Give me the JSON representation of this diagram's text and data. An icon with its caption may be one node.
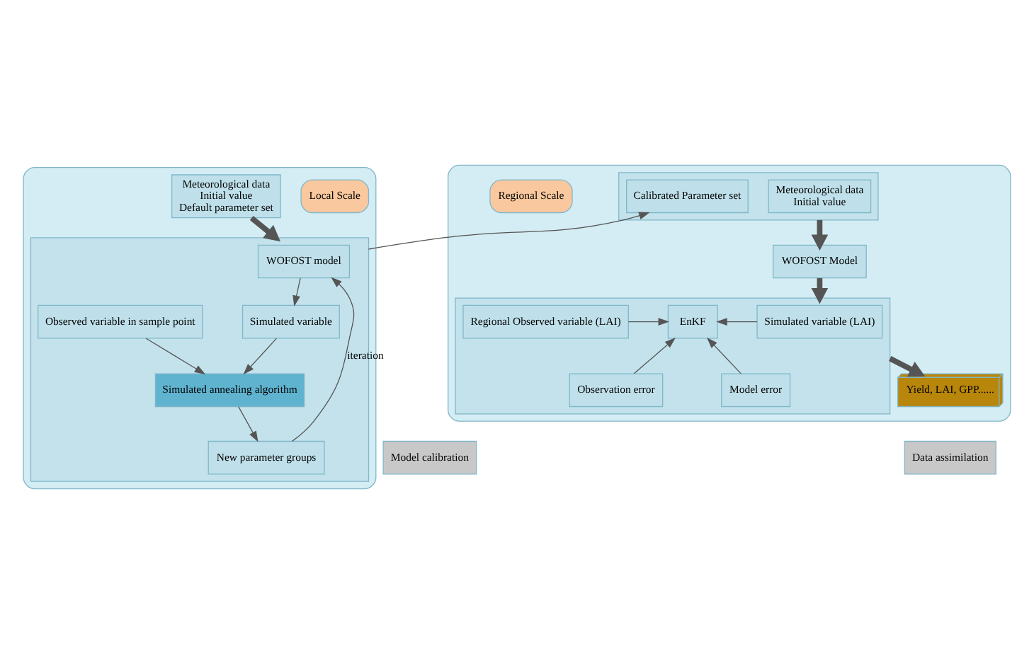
{
  "diagram": {
    "nodes": [
      {
        "text": [],
        "shape": "box"
      },
      {
        "text": [
          "Local Scale"
        ],
        "in": 0
      },
      {
        "text": [
          "Meteorological data",
          "Initial value",
          "Default parameter set"
        ],
        "in": 0
      },
      {
        "text": [],
        "shape": "box",
        "in": 0
      },
      {
        "text": [
          "WOFOST model"
        ],
        "in": 3
      },
      {
        "text": [
          "Simulated variable"
        ],
        "in": 3
      },
      {
        "text": [
          "Observed variable in sample point"
        ],
        "in": 3
      },
      {
        "text": [
          "Simulated annealing algorithm"
        ],
        "in": 3
      },
      {
        "text": [
          "New parameter groups"
        ],
        "in": 3
      },
      {
        "text": [],
        "shape": "box"
      },
      {
        "text": [
          "Regional Scale"
        ],
        "in": 9
      },
      {
        "text": [],
        "shape": "box",
        "in": 9
      },
      {
        "text": [
          "Meteorological data",
          "Initial value"
        ],
        "in": 11
      },
      {
        "text": [
          "Calibrated Parameter set"
        ],
        "in": 11
      },
      {
        "text": [
          "WOFOST Model"
        ],
        "in": 9
      },
      {
        "text": [],
        "shape": "box",
        "in": 9
      },
      {
        "text": [
          "Simulated variable (LAI)"
        ],
        "in": 15
      },
      {
        "text": [
          "Model error"
        ],
        "in": 15
      },
      {
        "text": [
          "EnKF"
        ],
        "in": 15
      },
      {
        "text": [
          "Regional Observed variable (LAI)"
        ],
        "in": 15
      },
      {
        "text": [
          "Observation error"
        ],
        "in": 15
      },
      {
        "text": [
          "Yield, LAI, GPP......"
        ],
        "in": 9
      },
      {
        "text": [
          "Model calibration"
        ]
      },
      {
        "text": [
          "Data assimilation"
        ]
      }
    ],
    "edges": [
      {
        "from": 2,
        "to": 3,
        "arrow": "to",
        "style": "thick"
      },
      {
        "from": 4,
        "to": 5,
        "arrow": "to"
      },
      {
        "from": 5,
        "to": 7,
        "arrow": "to"
      },
      {
        "from": 6,
        "to": 7,
        "arrow": "to"
      },
      {
        "from": 7,
        "to": 8,
        "arrow": "to"
      },
      {
        "from": 8,
        "to": 4,
        "arrow": "to",
        "label": "iteration"
      },
      {
        "from": 3,
        "to": 13,
        "arrow": "to"
      },
      {
        "from": 11,
        "to": 14,
        "arrow": "to",
        "style": "thick"
      },
      {
        "from": 14,
        "to": 15,
        "arrow": "to",
        "style": "thick"
      },
      {
        "from": 16,
        "to": 18,
        "arrow": "to"
      },
      {
        "from": 17,
        "to": 18,
        "arrow": "to"
      },
      {
        "from": 19,
        "to": 18,
        "arrow": "to"
      },
      {
        "from": 20,
        "to": 18,
        "arrow": "to"
      },
      {
        "from": 15,
        "to": 21,
        "arrow": "to",
        "style": "thick"
      }
    ]
  }
}
